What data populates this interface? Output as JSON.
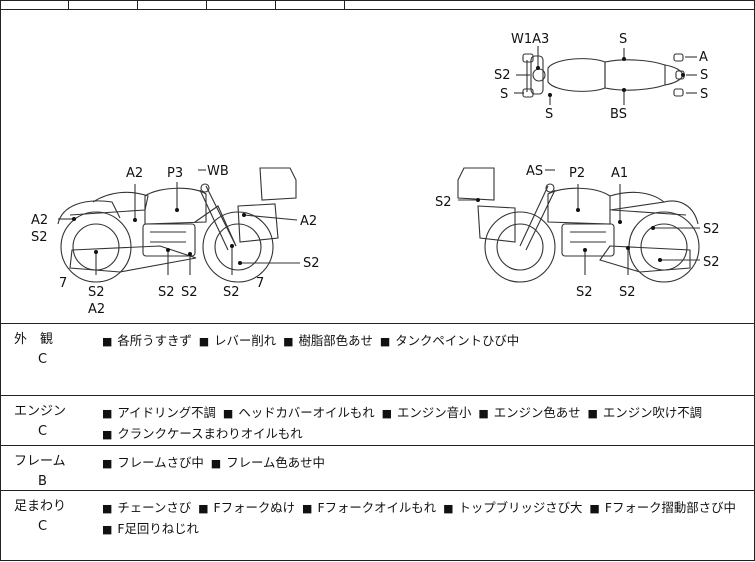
{
  "diagram": {
    "top_view_labels": {
      "w1a3": "W1A3",
      "s_top": "S",
      "a_right": "A",
      "s2_left": "S2",
      "s_left": "S",
      "s_right1": "S",
      "s_right2": "S",
      "s_bottom": "S",
      "bs": "BS"
    },
    "left_view_labels": {
      "a2_tank": "A2",
      "p3": "P3",
      "wb": "WB",
      "a2_rear": "A2",
      "s2_rear": "S2",
      "a2_front": "A2",
      "s2_front": "S2",
      "seven_left": "7",
      "s2_bottom1": "S2",
      "a2_bottom": "A2",
      "s2_bottom2": "S2",
      "s2_bottom3": "S2",
      "s2_bottom4": "S2",
      "seven_right": "7"
    },
    "right_view_labels": {
      "as": "AS",
      "p2": "P2",
      "a1": "A1",
      "s2_left": "S2",
      "s2_right1": "S2",
      "s2_right2": "S2",
      "s2_bottom1": "S2",
      "s2_bottom2": "S2"
    }
  },
  "sections": [
    {
      "name": "外　観",
      "grade": "C",
      "lines": [
        [
          "各所うすきず",
          "レバー削れ",
          "樹脂部色あせ",
          "タンクペイントひび中"
        ]
      ]
    },
    {
      "name": "エンジン",
      "grade": "C",
      "lines": [
        [
          "アイドリング不調",
          "ヘッドカバーオイルもれ",
          "エンジン音小",
          "エンジン色あせ",
          "エンジン吹け不調"
        ],
        [
          "クランクケースまわりオイルもれ"
        ]
      ]
    },
    {
      "name": "フレーム",
      "grade": "B",
      "lines": [
        [
          "フレームさび中",
          "フレーム色あせ中"
        ]
      ]
    },
    {
      "name": "足まわり",
      "grade": "C",
      "lines": [
        [
          "チェーンさび",
          "Fフォークぬけ",
          "Fフォークオイルもれ",
          "トップブリッジさび大",
          "Fフォーク摺動部さび中"
        ],
        [
          "F足回りねじれ"
        ]
      ]
    }
  ]
}
